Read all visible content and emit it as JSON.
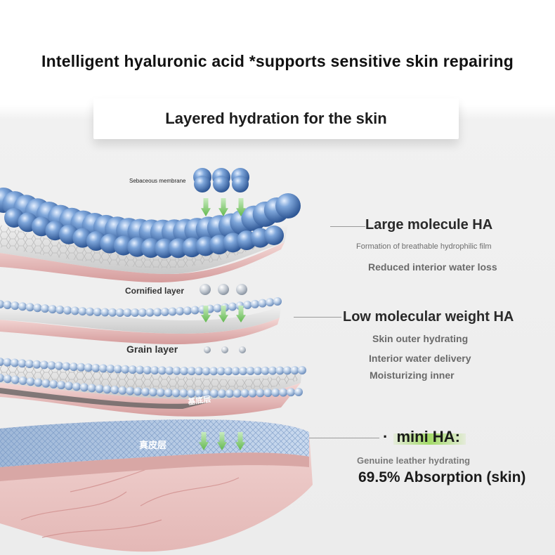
{
  "headline": "Intelligent hyaluronic acid *supports sensitive skin repairing",
  "banner": "Layered hydration for the skin",
  "diagram_labels": {
    "sebaceous": "Sebaceous membrane",
    "cornified": "Cornified layer",
    "grain": "Grain layer",
    "basal": "基底层",
    "dermis": "真皮层"
  },
  "large_ha": {
    "title": "Large molecule HA",
    "lines": [
      "Formation of breathable hydrophilic film",
      "Reduced interior water loss"
    ]
  },
  "low_ha": {
    "title": "Low molecular weight HA",
    "lines": [
      "Skin outer hydrating",
      "Interior water delivery",
      "Moisturizing inner"
    ]
  },
  "mini_ha": {
    "bullet": "·",
    "title": "mini HA:",
    "lines": [
      "Genuine leather hydrating",
      "69.5% Absorption (skin)"
    ]
  },
  "colors": {
    "sphere": "#5b86c4",
    "arrow": "#7ac46a",
    "skin": "#e6b9b8",
    "highlight": "#9fd65a"
  }
}
